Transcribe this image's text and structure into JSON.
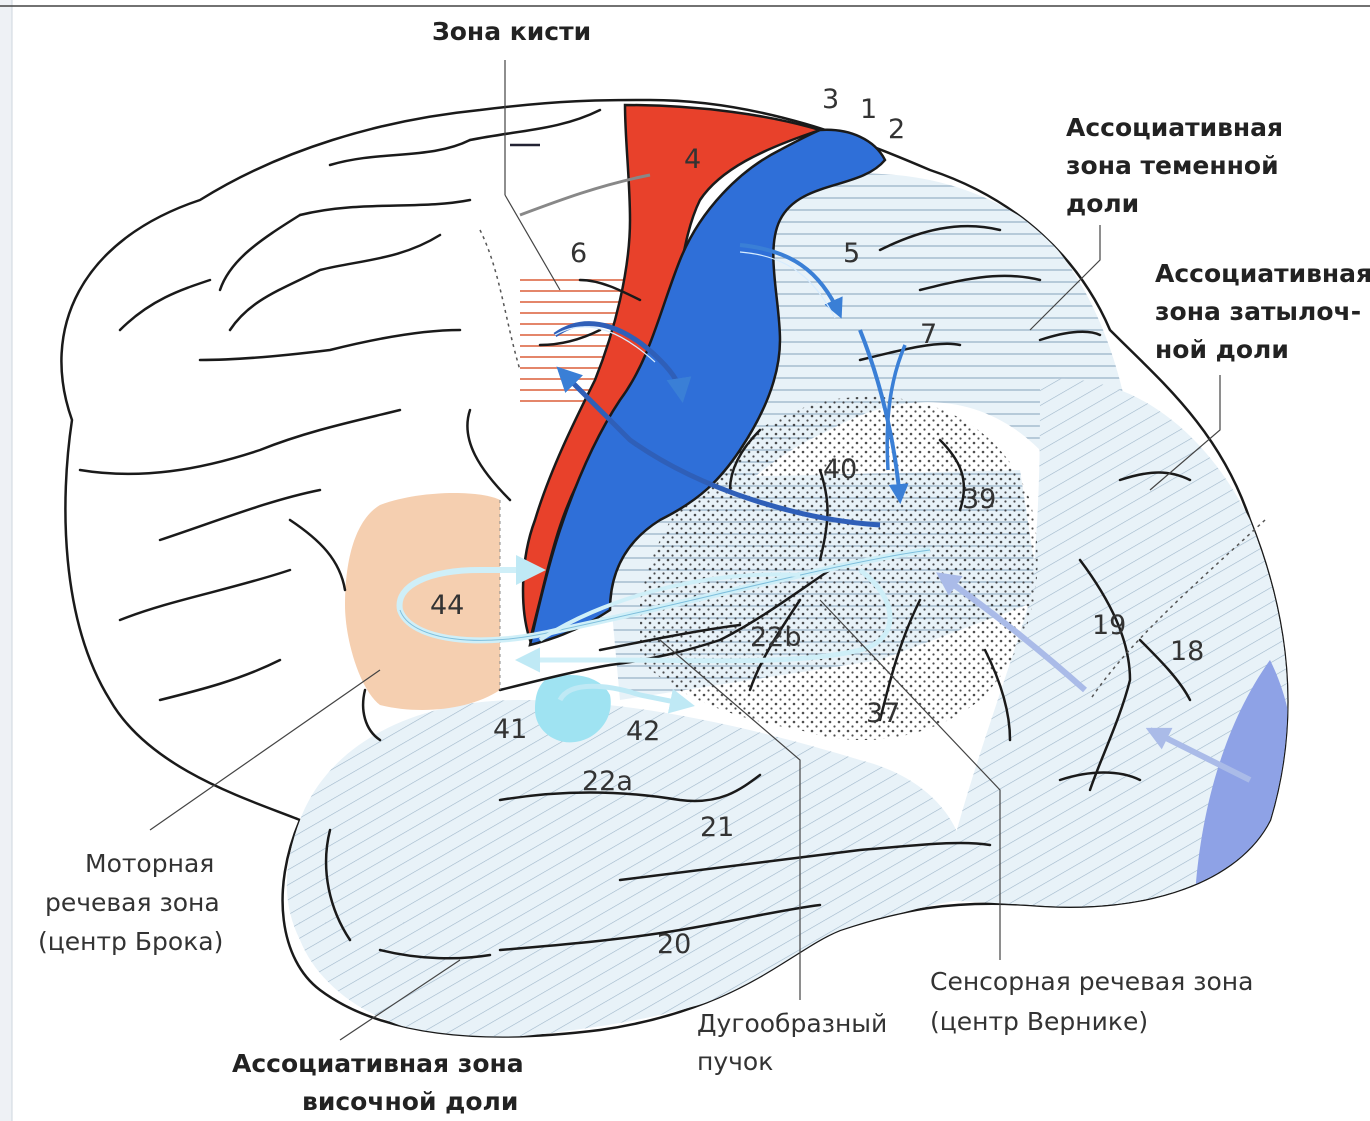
{
  "labels": {
    "hand_zone": "Зона кисти",
    "parietal": [
      "Ассоциативная",
      "зона теменной",
      "доли"
    ],
    "occipital": [
      "Ассоциативная",
      "зона затылоч-",
      "ной доли"
    ],
    "broca": [
      "Моторная",
      "речевая зона",
      "(центр Брока)"
    ],
    "temporal": [
      "Ассоциативная зона",
      "височной доли"
    ],
    "arcuate": [
      "Дугообразный",
      "пучок"
    ],
    "wernicke": [
      "Сенсорная речевая зона",
      "(центр Вернике)"
    ]
  },
  "areas": {
    "a3": "3",
    "a1": "1",
    "a2": "2",
    "a4": "4",
    "a5": "5",
    "a6": "6",
    "a7": "7",
    "a40": "40",
    "a39": "39",
    "a44": "44",
    "a22b": "22b",
    "a19": "19",
    "a18": "18",
    "a37": "37",
    "a41": "41",
    "a42": "42",
    "a22a": "22a",
    "a21": "21",
    "a20": "20"
  },
  "colors": {
    "motor_cortex": "#e8412b",
    "sensory_cortex": "#2f6fd8",
    "broca_area": "#f5cfb0",
    "visual_cortex": "#8ea2e6",
    "auditory_cortex": "#9fe3f2",
    "association_tint": "#e6f1f8",
    "arrow_blue": "#3a7fd6",
    "arrow_light": "#cfeff8"
  }
}
